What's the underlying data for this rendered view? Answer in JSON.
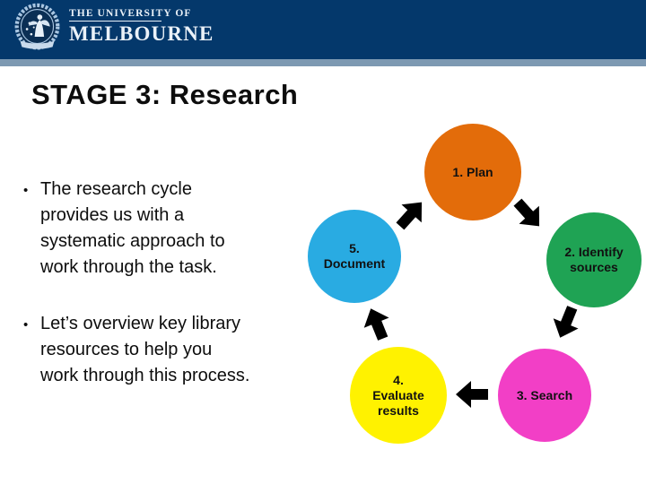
{
  "header": {
    "logo_line1": "THE UNIVERSITY OF",
    "logo_line2": "MELBOURNE",
    "bg_color": "#04386B",
    "band_color": "#7D99B2"
  },
  "title": "STAGE 3: Research",
  "bullet_char": "•",
  "bullets": [
    "The research cycle\nprovides us with a\nsystematic approach to\nwork through the task.",
    "Let’s overview key library\nresources to help you\nwork through this process."
  ],
  "diagram": {
    "arrow_color": "#000000",
    "steps": [
      {
        "label": "1. Plan",
        "color": "#E36C0A"
      },
      {
        "label": "2. Identify\nsources",
        "color": "#1FA354"
      },
      {
        "label": "3. Search",
        "color": "#F23FC6"
      },
      {
        "label": "4.\nEvaluate\nresults",
        "color": "#FFF200"
      },
      {
        "label": "5.\nDocument",
        "color": "#29ABE2"
      }
    ]
  }
}
